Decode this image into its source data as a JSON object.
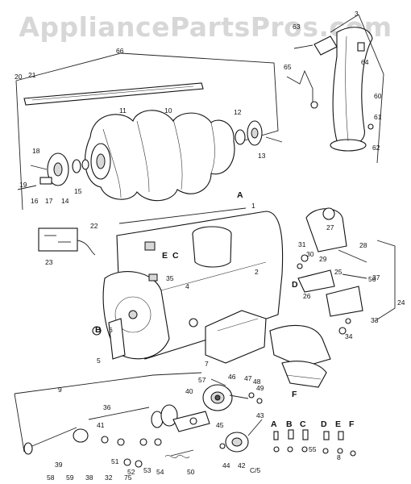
{
  "watermark": {
    "text": "AppliancePartsPros.com"
  },
  "footer_code": "C/5",
  "colors": {
    "line": "#111111",
    "watermark": "#969696",
    "background": "#ffffff"
  },
  "callouts": [
    "3",
    "63",
    "64",
    "65",
    "66",
    "60",
    "61",
    "62",
    "20",
    "21",
    "11",
    "10",
    "12",
    "13",
    "18",
    "16",
    "17",
    "14",
    "15",
    "19",
    "22",
    "23",
    "27",
    "28",
    "31",
    "30",
    "29",
    "37",
    "25",
    "26",
    "24",
    "33",
    "34",
    "35",
    "2",
    "1",
    "4",
    "5",
    "6",
    "7",
    "8",
    "9",
    "36",
    "39",
    "40",
    "41",
    "42",
    "43",
    "44",
    "45",
    "46",
    "47",
    "48",
    "49",
    "50",
    "51",
    "52",
    "53",
    "54",
    "55",
    "56",
    "57",
    "58",
    "59",
    "38",
    "32",
    "75"
  ],
  "reference_letters": [
    "A",
    "B",
    "C",
    "D",
    "E",
    "F"
  ],
  "view_labels": [
    "A",
    "B",
    "C",
    "D",
    "E",
    "F"
  ]
}
